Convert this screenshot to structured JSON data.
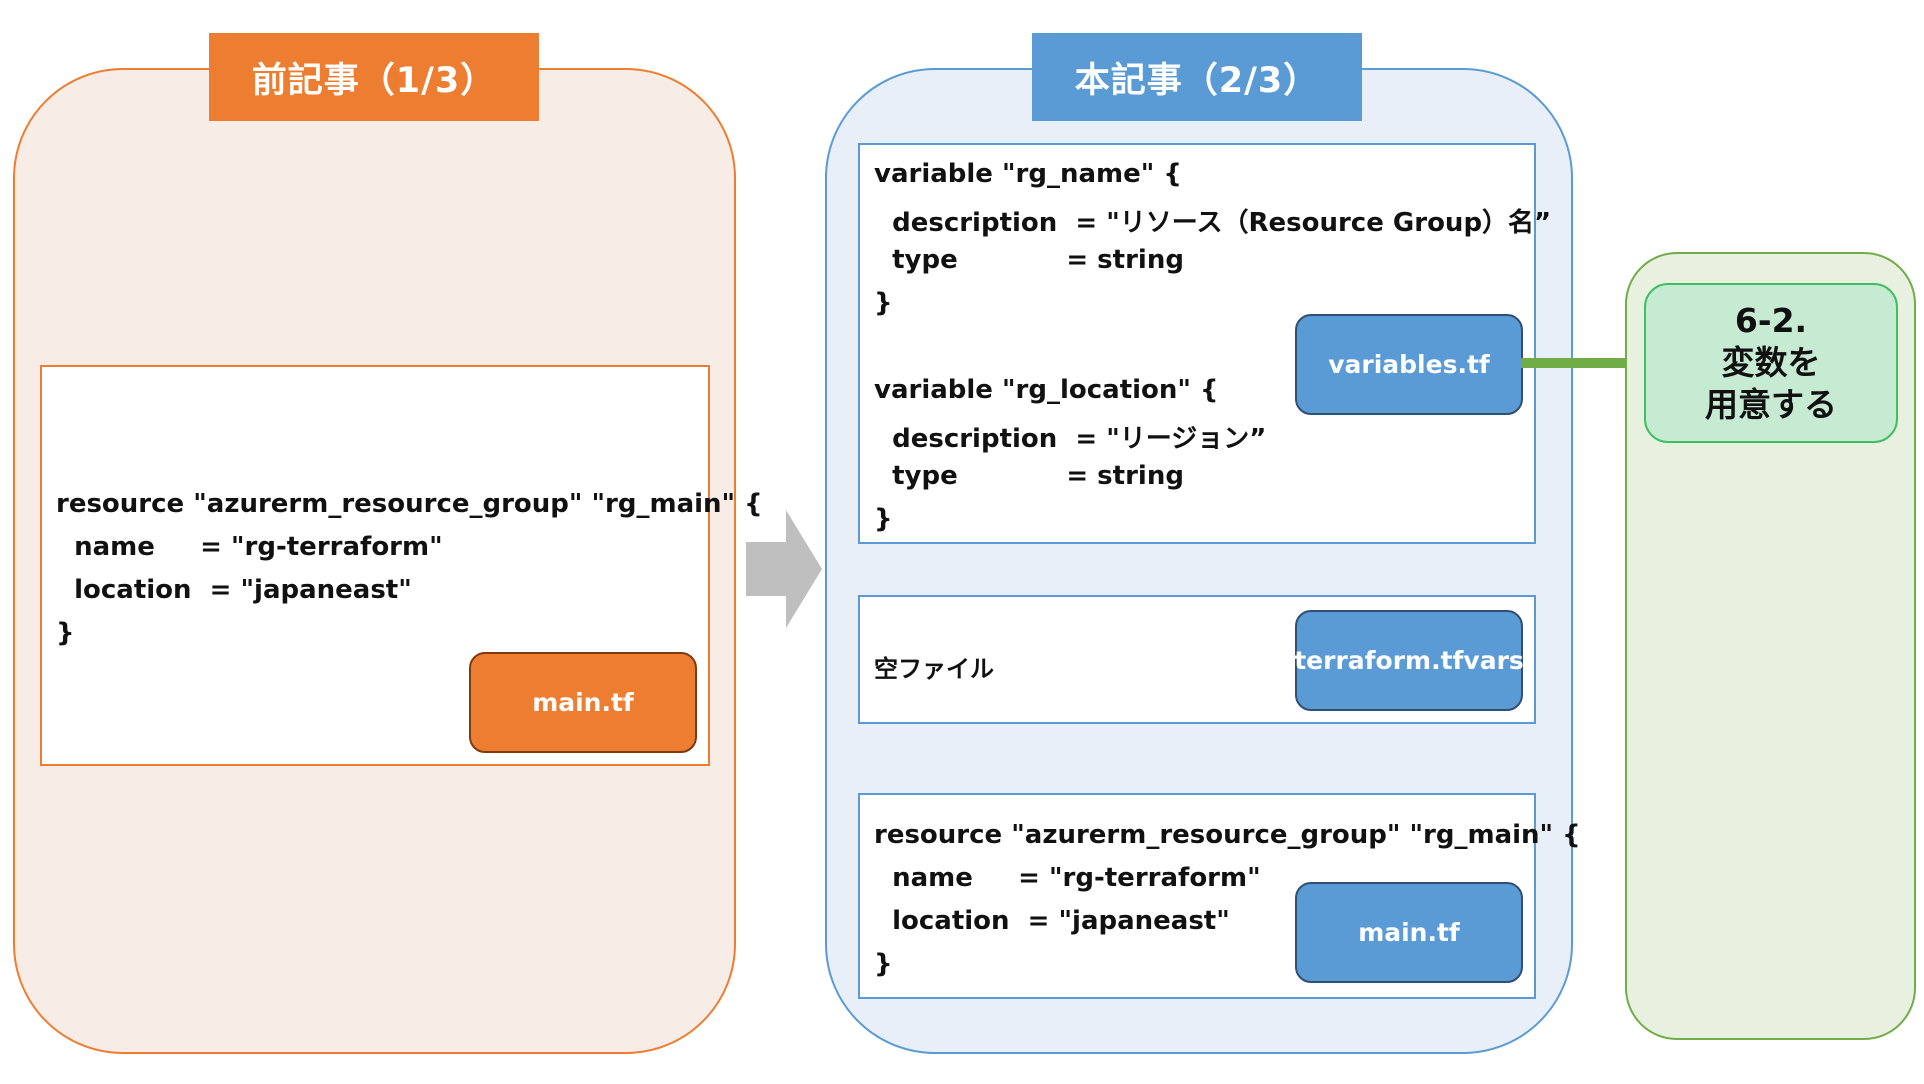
{
  "prev": {
    "tag": "前記事（1/3）",
    "code": [
      "resource \"azurerm_resource_group\" \"rg_main\" {",
      "  name     = \"rg-terraform\"",
      "  location  = \"japaneast\"",
      "}"
    ],
    "file": "main.tf"
  },
  "current": {
    "tag": "本記事（2/3）",
    "variables": {
      "code": [
        "variable \"rg_name\" {",
        "  description  = \"リソース（Resource Group）名”",
        "  type            = string",
        "}",
        "variable \"rg_location\" {",
        "  description  = \"リージョン”",
        "  type            = string",
        "}"
      ],
      "file": "variables.tf"
    },
    "tfvars": {
      "text": "空ファイル",
      "file": "terraform.tfvars"
    },
    "main": {
      "code": [
        "resource \"azurerm_resource_group\" \"rg_main\" {",
        "  name     = \"rg-terraform\"",
        "  location  = \"japaneast\"",
        "}"
      ],
      "file": "main.tf"
    }
  },
  "step": {
    "line1": "6-2.",
    "line2": "変数を",
    "line3": "用意する"
  },
  "colors": {
    "orange": "#ed7d31",
    "blue": "#5b9bd5",
    "green": "#70ad47",
    "arrow": "#bfbfbf"
  }
}
